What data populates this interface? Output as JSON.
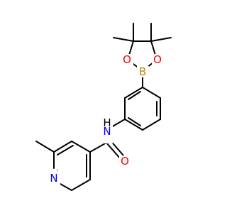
{
  "molecule": {
    "atoms": {
      "boron": "B",
      "oxygen_ring_left": "O",
      "oxygen_ring_right": "O",
      "amide_oxygen": "O",
      "amide_nitrogen": "N",
      "amide_hydrogen": "H",
      "pyridine_nitrogen": "N"
    }
  },
  "colors": {
    "bond": "#000000",
    "oxygen": "#ff0000",
    "nitrogen": "#0000ff",
    "boron": "#c08000",
    "background": "#ffffff"
  }
}
